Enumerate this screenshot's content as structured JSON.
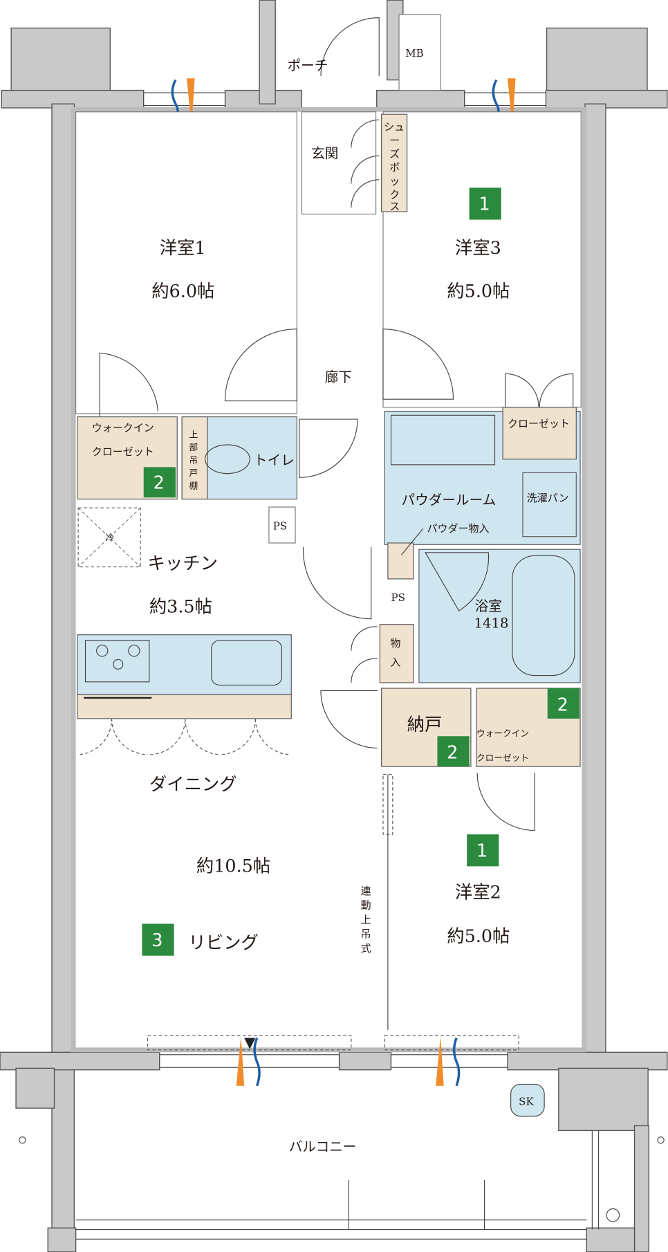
{
  "colors": {
    "wall": "#c9c9c9",
    "closet": "#efe2cf",
    "wet": "#cfe6f0",
    "badge": "#2b8a3e"
  },
  "rooms": {
    "porch": "ポーチ",
    "mb": "MB",
    "entrance": "玄関",
    "shoebox": [
      "シュ",
      "ー",
      "ズ",
      "ボ",
      "ッ",
      "ク",
      "ス"
    ],
    "western1": {
      "name": "洋室1",
      "size": "約6.0帖"
    },
    "western3": {
      "name": "洋室3",
      "size": "約5.0帖"
    },
    "western2": {
      "name": "洋室2",
      "size": "約5.0帖"
    },
    "hallway": "廊下",
    "wic_left": {
      "line1": "ウォークイン",
      "line2": "クローゼット"
    },
    "toilet": "トイレ",
    "upper_cabinet": [
      "上",
      "部",
      "吊",
      "戸",
      "棚"
    ],
    "ps1": "PS",
    "ps2": "PS",
    "kitchen": {
      "name": "キッチン",
      "size": "約3.5帖"
    },
    "fridge": "冷",
    "closet": "クローゼット",
    "powder_room": "パウダールーム",
    "laundry_pan": "洗濯パン",
    "powder_storage": "パウダー物入",
    "bath": {
      "name": "浴室",
      "size": "1418"
    },
    "storage": [
      "物",
      "入"
    ],
    "nando": "納戸",
    "wic_right": {
      "line1": "ウォークイン",
      "line2": "クローゼット"
    },
    "dining": "ダイニング",
    "ldk_size": "約10.5帖",
    "living": "リビング",
    "sliding_door": [
      "連",
      "動",
      "上",
      "吊",
      "式"
    ],
    "balcony": "バルコニー",
    "sk": "SK"
  },
  "badges": {
    "w3": "1",
    "w2": "1",
    "wic_left": "2",
    "nando": "2",
    "wic_right": "2",
    "living": "3"
  }
}
